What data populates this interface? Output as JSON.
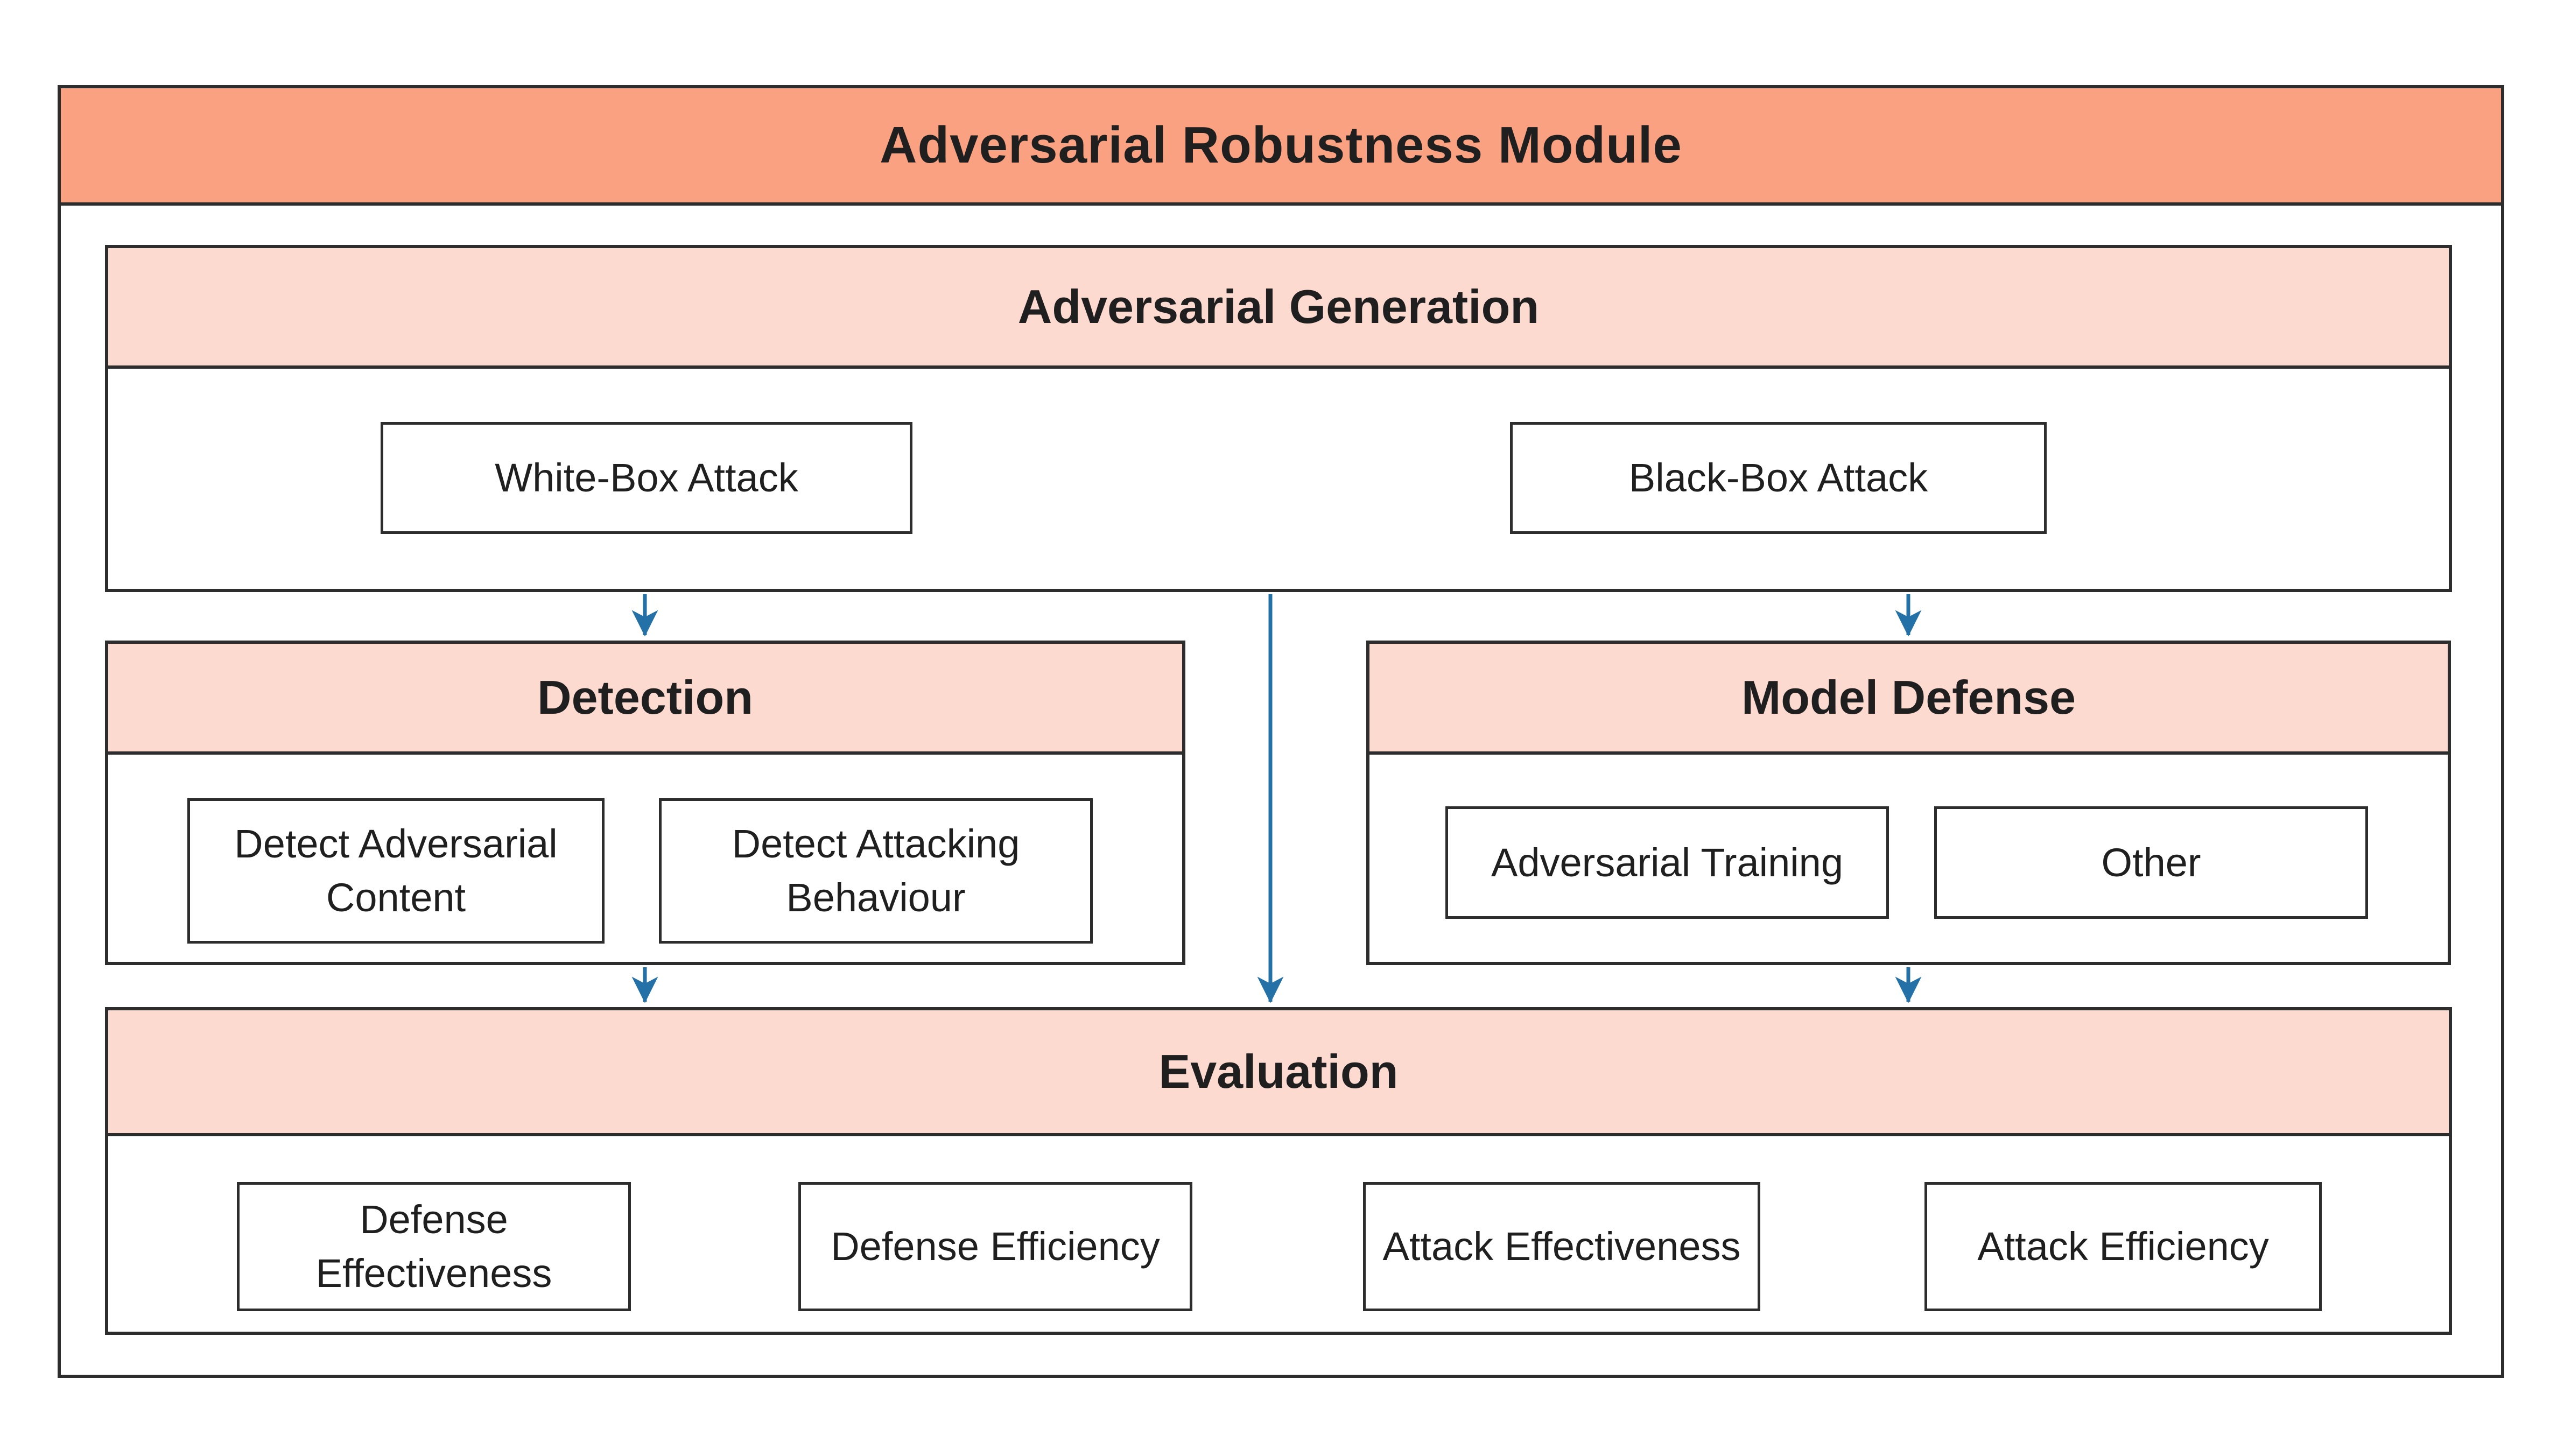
{
  "diagram": {
    "title": "Adversarial Robustness Module",
    "sections": {
      "generation": {
        "title": "Adversarial Generation",
        "items": [
          "White-Box Attack",
          "Black-Box Attack"
        ]
      },
      "detection": {
        "title": "Detection",
        "items": [
          "Detect Adversarial Content",
          "Detect Attacking Behaviour"
        ]
      },
      "model_defense": {
        "title": "Model Defense",
        "items": [
          "Adversarial Training",
          "Other"
        ]
      },
      "evaluation": {
        "title": "Evaluation",
        "items": [
          "Defense Effectiveness",
          "Defense Efficiency",
          "Attack Effectiveness",
          "Attack Efficiency"
        ]
      }
    },
    "arrows": [
      {
        "from": "Adversarial Generation",
        "to": "Detection"
      },
      {
        "from": "Adversarial Generation",
        "to": "Model Defense"
      },
      {
        "from": "Adversarial Generation",
        "to": "Evaluation"
      },
      {
        "from": "Detection",
        "to": "Evaluation"
      },
      {
        "from": "Model Defense",
        "to": "Evaluation"
      }
    ],
    "colors": {
      "title_bg": "#F9A181",
      "header_bg": "#FDDAD0",
      "border": "#2D2D2D",
      "arrow": "#2471A8",
      "text": "#1F1F1F"
    }
  }
}
